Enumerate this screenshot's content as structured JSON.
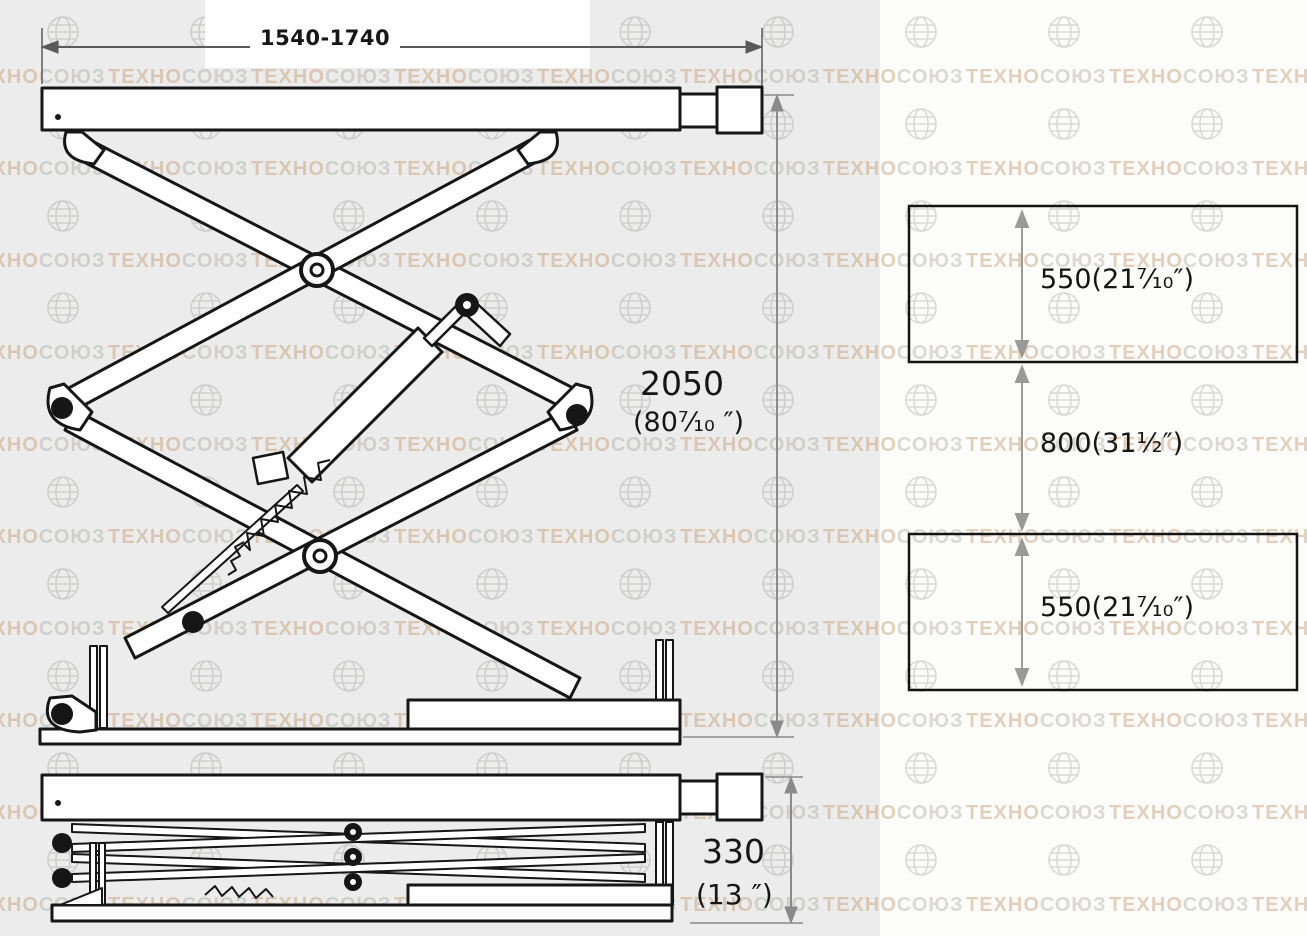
{
  "watermark": {
    "part1": "ТЕХНО",
    "part2": "СОЮЗ"
  },
  "drawing": {
    "top_width": "1540-1740",
    "raised_height_mm": "2050",
    "raised_height_in": "(80⁷⁄₁₀ ″)",
    "collapsed_height_mm": "330",
    "collapsed_height_in": "(13 ″)"
  },
  "platform": {
    "top_section": "550(21⁷⁄₁₀″)",
    "middle_section": "800(31¹⁄₂″)",
    "bottom_section": "550(21⁷⁄₁₀″)"
  },
  "colors": {
    "line": "#161616",
    "dimension": "#8a8a8a",
    "background": "#ececec",
    "panel": "#fcfcfb"
  }
}
